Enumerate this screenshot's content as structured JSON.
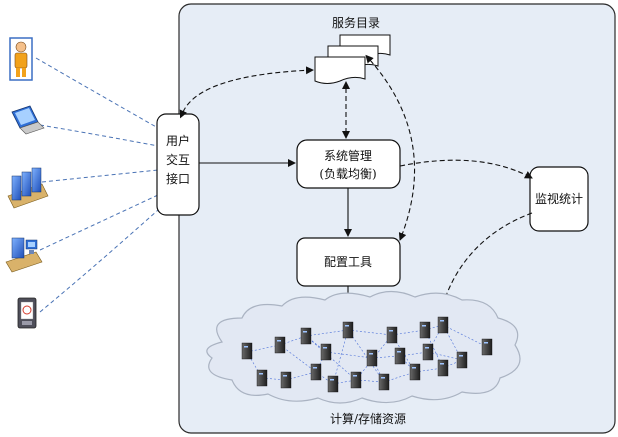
{
  "service_directory": {
    "label": "服务目录"
  },
  "user_interface": {
    "label_line1": "用户",
    "label_line2": "交互",
    "label_line3": "接口"
  },
  "system_management": {
    "label_line1": "系统管理",
    "label_line2": "(负载均衡)"
  },
  "config_tool": {
    "label": "配置工具"
  },
  "monitor": {
    "label": "监视统计"
  },
  "resource_pool": {
    "label": "计算/存储资源"
  },
  "devices": [
    {
      "name": "user-person-icon"
    },
    {
      "name": "laptop-icon"
    },
    {
      "name": "server-cluster-icon"
    },
    {
      "name": "desktop-computer-icon"
    },
    {
      "name": "pda-icon"
    }
  ],
  "colors": {
    "panel_fill": "#e6edf6",
    "panel_stroke": "#2b2b2b",
    "dashed_blue": "#4a73b5",
    "cloud_fill": "#e2e8f3",
    "server_dark": "#3a3a3a"
  }
}
